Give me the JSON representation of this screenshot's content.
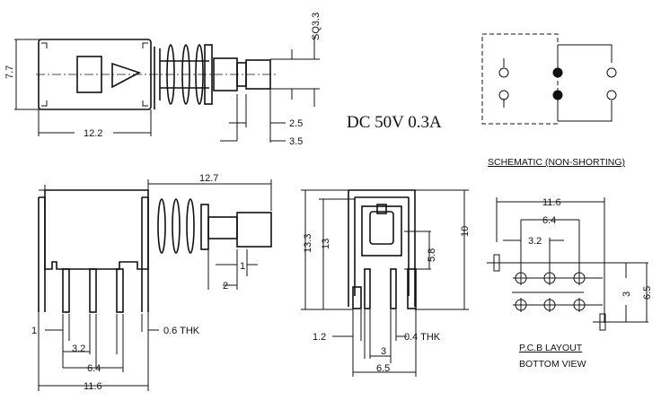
{
  "rating": "DC 50V 0.3A",
  "top_view": {
    "sq": "SQ3.3",
    "height": "7.7",
    "width": "12.2",
    "d1": "2.5",
    "d2": "3.5"
  },
  "schematic": {
    "title": "SCHEMATIC (NON-SHORTING)"
  },
  "side_view": {
    "length": "12.7",
    "d1": "1",
    "d2": "2",
    "pin_offset": "1",
    "thk": "0.6 THK",
    "p1": "3.2",
    "p2": "6.4",
    "width": "11.6"
  },
  "front_view": {
    "h1": "13.3",
    "h2": "13",
    "h3": "5.8",
    "h4": "10",
    "pin": "1.2",
    "thk": "0.4 THK",
    "pitch": "3",
    "width": "6.5"
  },
  "pcb": {
    "w": "11.6",
    "p2": "6.4",
    "p1": "3.2",
    "row": "3",
    "h": "6.5",
    "title": "P.C.B LAYOUT",
    "subtitle": "BOTTOM VIEW"
  }
}
